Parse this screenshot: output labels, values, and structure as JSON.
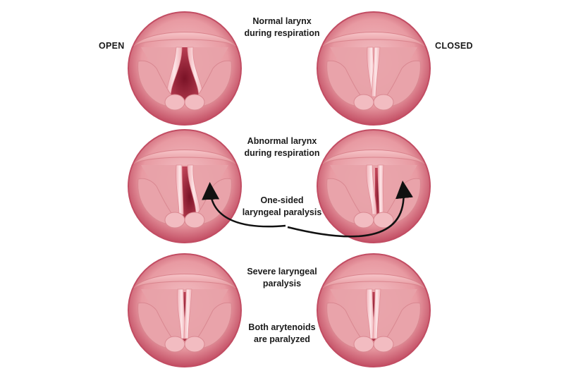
{
  "labels": {
    "open": "OPEN",
    "closed": "CLOSED",
    "normal": [
      "Normal larynx",
      "during respiration"
    ],
    "abnormal": [
      "Abnormal larynx",
      "during respiration"
    ],
    "one_sided": [
      "One-sided",
      "laryngeal paralysis"
    ],
    "severe": [
      "Severe laryngeal",
      "paralysis"
    ],
    "both": [
      "Both arytenoids",
      "are paralyzed"
    ]
  },
  "panels": [
    {
      "row": "normal",
      "state": "open",
      "gap": "wide"
    },
    {
      "row": "normal",
      "state": "closed",
      "gap": "closed"
    },
    {
      "row": "abnormal",
      "state": "open",
      "gap": "one-sided"
    },
    {
      "row": "abnormal",
      "state": "closed",
      "gap": "one-sided-partial"
    },
    {
      "row": "severe",
      "state": "open",
      "gap": "narrow"
    },
    {
      "row": "severe",
      "state": "closed",
      "gap": "narrow"
    }
  ],
  "colors": {
    "outer_ring": "#c24d63",
    "inner_disc": "#e8a0a5",
    "epiglottis": "#f4b4ba",
    "cord": "#fadadd",
    "airway": "#8e1f34",
    "arrow": "#111111"
  }
}
